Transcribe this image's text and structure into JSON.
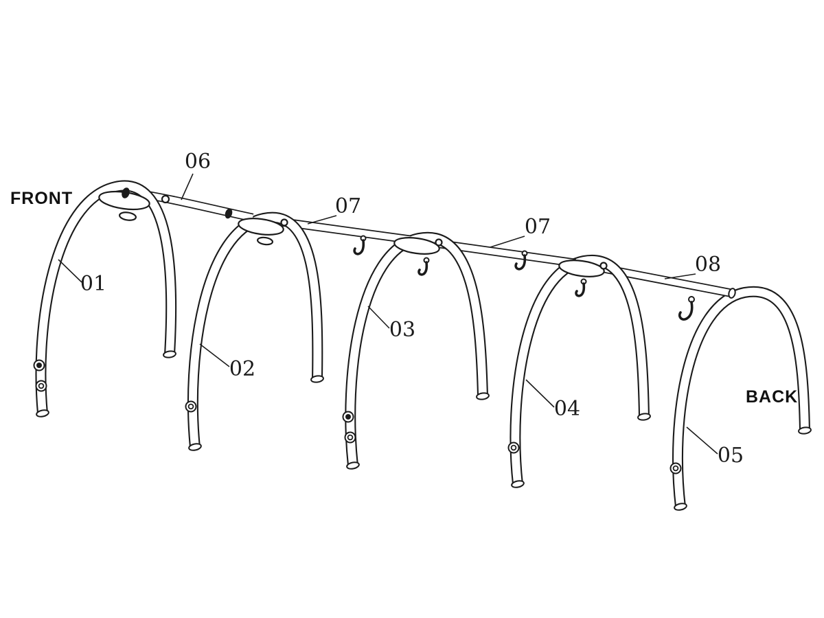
{
  "diagram": {
    "background_color": "#ffffff",
    "line_color": "#1b1b1b",
    "orientation": {
      "front": "FRONT",
      "back": "BACK"
    },
    "parts": [
      {
        "id": "arch-1",
        "label": "01"
      },
      {
        "id": "arch-2",
        "label": "02"
      },
      {
        "id": "arch-3",
        "label": "03"
      },
      {
        "id": "arch-4",
        "label": "04"
      },
      {
        "id": "arch-5",
        "label": "05"
      },
      {
        "id": "ridge-pole-front",
        "label": "06"
      },
      {
        "id": "ridge-pole-mid-1",
        "label": "07"
      },
      {
        "id": "ridge-pole-mid-2",
        "label": "07"
      },
      {
        "id": "ridge-pole-back",
        "label": "08"
      }
    ]
  }
}
